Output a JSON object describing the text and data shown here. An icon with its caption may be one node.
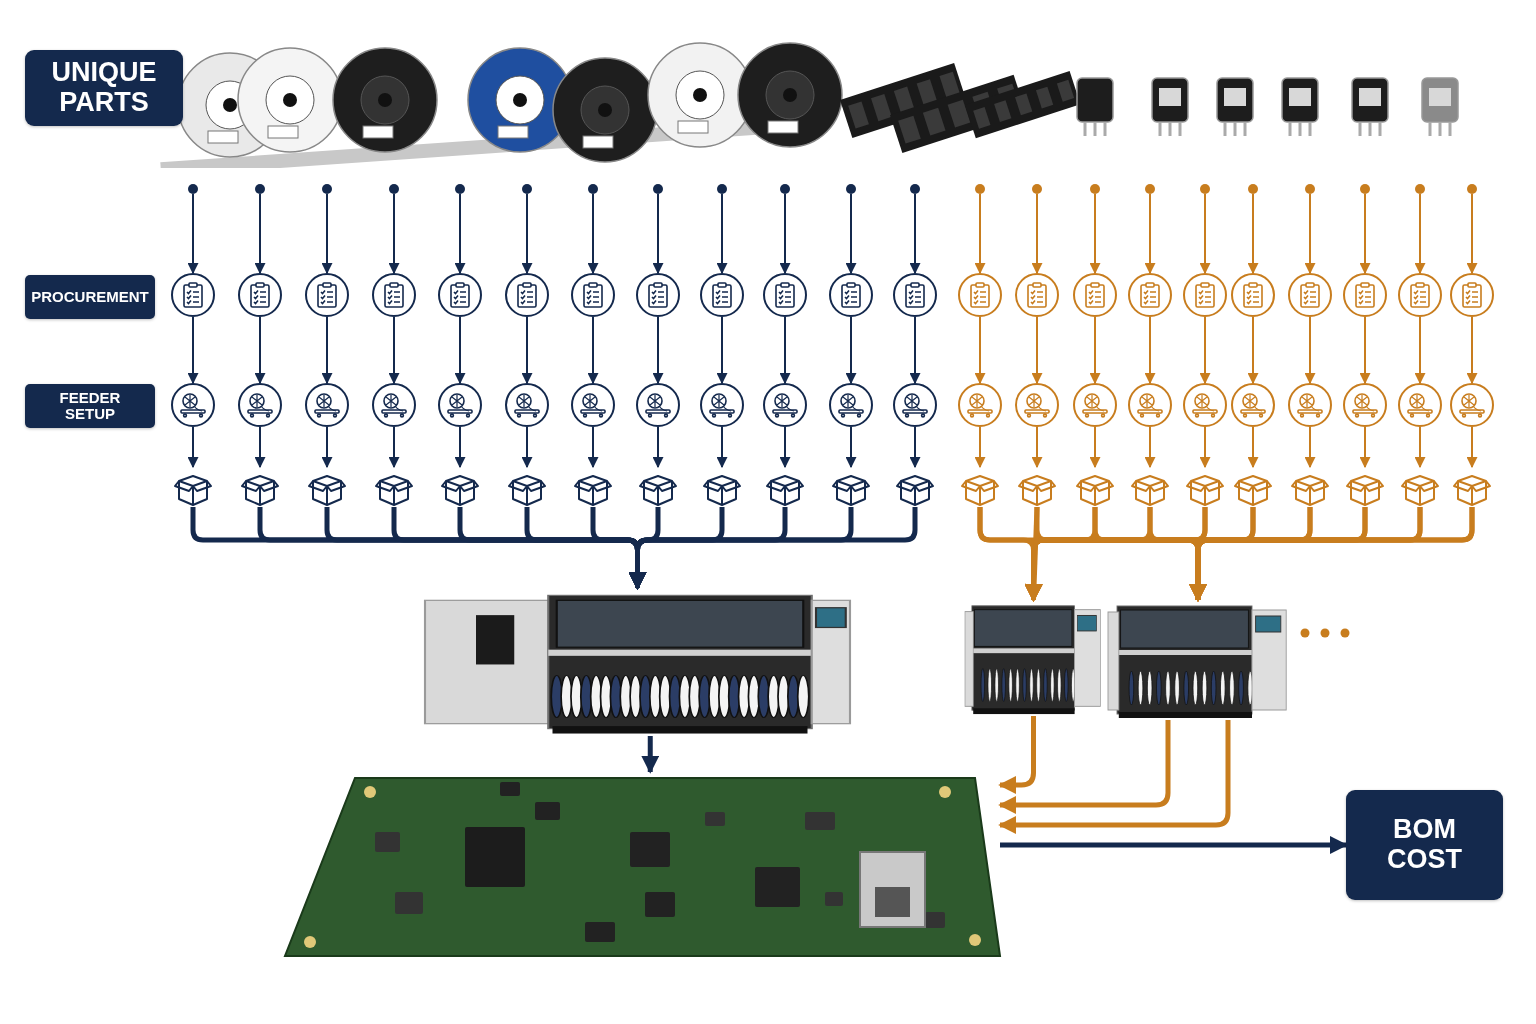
{
  "diagram": {
    "nodes": [
      {
        "text": [
          "UNIQUE PARTS"
        ]
      },
      {
        "text": [],
        "shape": "circle"
      },
      {
        "text": [],
        "shape": "circle"
      },
      {
        "text": [],
        "shape": "circle"
      },
      {
        "text": [],
        "shape": "circle"
      },
      {
        "text": [],
        "shape": "circle"
      },
      {
        "text": [],
        "shape": "circle"
      },
      {
        "text": [],
        "shape": "circle"
      },
      {
        "text": [],
        "shape": "circle"
      },
      {
        "text": [],
        "shape": "circle"
      },
      {
        "text": [],
        "shape": "circle"
      },
      {
        "text": [],
        "shape": "circle"
      },
      {
        "text": [],
        "shape": "circle"
      },
      {
        "text": [],
        "shape": "circle"
      },
      {
        "text": [],
        "shape": "circle"
      },
      {
        "text": [],
        "shape": "circle"
      },
      {
        "text": [],
        "shape": "circle"
      },
      {
        "text": [],
        "shape": "circle"
      },
      {
        "text": [],
        "shape": "circle"
      },
      {
        "text": [],
        "shape": "circle"
      },
      {
        "text": [],
        "shape": "circle"
      },
      {
        "text": [],
        "shape": "circle"
      },
      {
        "text": [],
        "shape": "circle"
      },
      {
        "text": [
          "PROCUREMENT"
        ]
      },
      {
        "text": [],
        "shape": "circle"
      },
      {
        "text": [],
        "shape": "circle"
      },
      {
        "text": [],
        "shape": "circle"
      },
      {
        "text": [],
        "shape": "circle"
      },
      {
        "text": [],
        "shape": "circle"
      },
      {
        "text": [],
        "shape": "circle"
      },
      {
        "text": [],
        "shape": "circle"
      },
      {
        "text": [],
        "shape": "circle"
      },
      {
        "text": [],
        "shape": "circle"
      },
      {
        "text": [],
        "shape": "circle"
      },
      {
        "text": [],
        "shape": "circle"
      },
      {
        "text": [],
        "shape": "circle"
      },
      {
        "text": [],
        "shape": "circle"
      },
      {
        "text": [],
        "shape": "circle"
      },
      {
        "text": [],
        "shape": "circle"
      },
      {
        "text": [],
        "shape": "circle"
      },
      {
        "text": [],
        "shape": "circle"
      },
      {
        "text": [],
        "shape": "circle"
      },
      {
        "text": [],
        "shape": "circle"
      },
      {
        "text": [],
        "shape": "circle"
      },
      {
        "text": [],
        "shape": "circle"
      },
      {
        "text": [],
        "shape": "circle"
      },
      {
        "text": [
          "FEEDER SETUP"
        ]
      },
      {
        "text": [],
        "shape": "circle"
      },
      {
        "text": [],
        "shape": "circle"
      },
      {
        "text": [],
        "shape": "circle"
      },
      {
        "text": [],
        "shape": "circle"
      },
      {
        "text": [],
        "shape": "circle"
      },
      {
        "text": [],
        "shape": "circle"
      },
      {
        "text": [],
        "shape": "circle"
      },
      {
        "text": [],
        "shape": "circle"
      },
      {
        "text": [],
        "shape": "circle"
      },
      {
        "text": [],
        "shape": "circle"
      },
      {
        "text": [],
        "shape": "circle"
      },
      {
        "text": [],
        "shape": "circle"
      },
      {
        "text": [],
        "shape": "circle"
      },
      {
        "text": [],
        "shape": "circle"
      },
      {
        "text": [],
        "shape": "circle"
      },
      {
        "text": [],
        "shape": "circle"
      },
      {
        "text": [],
        "shape": "circle"
      },
      {
        "text": [],
        "shape": "circle"
      },
      {
        "text": [],
        "shape": "circle"
      },
      {
        "text": [],
        "shape": "circle"
      },
      {
        "text": [],
        "shape": "circle"
      },
      {
        "text": [],
        "shape": "circle"
      },
      {
        "text": [],
        "shape": "picture"
      },
      {
        "text": [],
        "shape": "picture"
      },
      {
        "text": [],
        "shape": "picture"
      },
      {
        "text": [],
        "shape": "picture"
      },
      {
        "text": [],
        "shape": "picture"
      },
      {
        "text": [],
        "shape": "picture"
      },
      {
        "text": [],
        "shape": "picture"
      },
      {
        "text": [],
        "shape": "picture"
      },
      {
        "text": [],
        "shape": "picture"
      },
      {
        "text": [],
        "shape": "picture"
      },
      {
        "text": [],
        "shape": "picture"
      },
      {
        "text": [],
        "shape": "picture"
      },
      {
        "text": [],
        "shape": "picture"
      },
      {
        "text": [],
        "shape": "picture"
      },
      {
        "text": [],
        "shape": "picture"
      },
      {
        "text": [],
        "shape": "picture"
      },
      {
        "text": [],
        "shape": "picture"
      },
      {
        "text": [],
        "shape": "picture"
      },
      {
        "text": [],
        "shape": "picture"
      },
      {
        "text": [],
        "shape": "picture"
      },
      {
        "text": [],
        "shape": "picture"
      },
      {
        "text": [],
        "shape": "picture"
      },
      {
        "text": [],
        "shape": "picture"
      },
      {
        "text": [],
        "shape": "picture"
      },
      {
        "text": [],
        "shape": "picture"
      },
      {
        "text": [],
        "shape": "picture"
      },
      {
        "text": [
          "BOM COST"
        ]
      }
    ],
    "edges": [
      {
        "from": 1,
        "to": 24,
        "arrow": "to",
        "color": "#14294d"
      },
      {
        "from": 2,
        "to": 25,
        "arrow": "to",
        "color": "#14294d"
      },
      {
        "from": 3,
        "to": 26,
        "arrow": "to",
        "color": "#14294d"
      },
      {
        "from": 4,
        "to": 27,
        "arrow": "to",
        "color": "#14294d"
      },
      {
        "from": 5,
        "to": 28,
        "arrow": "to",
        "color": "#14294d"
      },
      {
        "from": 6,
        "to": 29,
        "arrow": "to",
        "color": "#14294d"
      },
      {
        "from": 7,
        "to": 30,
        "arrow": "to",
        "color": "#14294d"
      },
      {
        "from": 8,
        "to": 31,
        "arrow": "to",
        "color": "#14294d"
      },
      {
        "from": 9,
        "to": 32,
        "arrow": "to",
        "color": "#14294d"
      },
      {
        "from": 10,
        "to": 33,
        "arrow": "to",
        "color": "#14294d"
      },
      {
        "from": 11,
        "to": 34,
        "arrow": "to",
        "color": "#14294d"
      },
      {
        "from": 12,
        "to": 35,
        "arrow": "to",
        "color": "#14294d"
      },
      {
        "from": 13,
        "to": 36,
        "arrow": "to"
      },
      {
        "from": 14,
        "to": 37,
        "arrow": "to"
      },
      {
        "from": 15,
        "to": 38,
        "arrow": "to"
      },
      {
        "from": 16,
        "to": 39,
        "arrow": "to"
      },
      {
        "from": 17,
        "to": 40,
        "arrow": "to"
      },
      {
        "from": 18,
        "to": 41,
        "arrow": "to"
      },
      {
        "from": 19,
        "to": 42,
        "arrow": "to"
      },
      {
        "from": 20,
        "to": 43,
        "arrow": "to"
      },
      {
        "from": 21,
        "to": 44,
        "arrow": "to"
      },
      {
        "from": 22,
        "to": 45,
        "arrow": "to"
      },
      {
        "from": 24,
        "to": 47,
        "arrow": "to",
        "color": "#14294d"
      },
      {
        "from": 25,
        "to": 48,
        "arrow": "to",
        "color": "#14294d"
      },
      {
        "from": 26,
        "to": 49,
        "arrow": "to",
        "color": "#14294d"
      },
      {
        "from": 27,
        "to": 50,
        "arrow": "to",
        "color": "#14294d"
      },
      {
        "from": 28,
        "to": 51,
        "arrow": "to",
        "color": "#14294d"
      },
      {
        "from": 29,
        "to": 52,
        "arrow": "to",
        "color": "#14294d"
      },
      {
        "from": 30,
        "to": 53,
        "arrow": "to",
        "color": "#14294d"
      },
      {
        "from": 31,
        "to": 54,
        "arrow": "to",
        "color": "#14294d"
      },
      {
        "from": 32,
        "to": 55,
        "arrow": "to",
        "color": "#14294d"
      },
      {
        "from": 33,
        "to": 56,
        "arrow": "to",
        "color": "#14294d"
      },
      {
        "from": 34,
        "to": 57,
        "arrow": "to",
        "color": "#14294d"
      },
      {
        "from": 35,
        "to": 58,
        "arrow": "to",
        "color": "#14294d"
      },
      {
        "from": 36,
        "to": 59,
        "arrow": "to"
      },
      {
        "from": 37,
        "to": 60,
        "arrow": "to"
      },
      {
        "from": 38,
        "to": 61,
        "arrow": "to"
      },
      {
        "from": 39,
        "to": 62,
        "arrow": "to"
      },
      {
        "from": 40,
        "to": 63,
        "arrow": "to"
      },
      {
        "from": 41,
        "to": 64,
        "arrow": "to"
      },
      {
        "from": 42,
        "to": 65,
        "arrow": "to"
      },
      {
        "from": 43,
        "to": 66,
        "arrow": "to"
      },
      {
        "from": 44,
        "to": 67,
        "arrow": "to"
      },
      {
        "from": 45,
        "to": 68,
        "arrow": "to"
      },
      {
        "from": 47,
        "to": 69,
        "arrow": "to",
        "color": "#14294d"
      },
      {
        "from": 48,
        "to": 70,
        "arrow": "to",
        "color": "#14294d"
      },
      {
        "from": 49,
        "to": 71,
        "arrow": "to",
        "color": "#14294d"
      },
      {
        "from": 50,
        "to": 72,
        "arrow": "to",
        "color": "#14294d"
      },
      {
        "from": 51,
        "to": 73,
        "arrow": "to",
        "color": "#14294d"
      },
      {
        "from": 52,
        "to": 74,
        "arrow": "to",
        "color": "#14294d"
      },
      {
        "from": 53,
        "to": 75,
        "arrow": "to",
        "color": "#14294d"
      },
      {
        "from": 54,
        "to": 76,
        "arrow": "to",
        "color": "#14294d"
      },
      {
        "from": 55,
        "to": 77,
        "arrow": "to",
        "color": "#14294d"
      },
      {
        "from": 56,
        "to": 78,
        "arrow": "to",
        "color": "#14294d"
      },
      {
        "from": 57,
        "to": 79,
        "arrow": "to",
        "color": "#14294d"
      },
      {
        "from": 58,
        "to": 80,
        "arrow": "to",
        "color": "#14294d"
      },
      {
        "from": 59,
        "to": 81,
        "arrow": "to"
      },
      {
        "from": 60,
        "to": 82,
        "arrow": "to"
      },
      {
        "from": 61,
        "to": 83,
        "arrow": "to"
      },
      {
        "from": 62,
        "to": 84,
        "arrow": "to"
      },
      {
        "from": 63,
        "to": 85,
        "arrow": "to"
      },
      {
        "from": 64,
        "to": 86,
        "arrow": "to"
      },
      {
        "from": 65,
        "to": 87,
        "arrow": "to"
      },
      {
        "from": 66,
        "to": 88,
        "arrow": "to"
      },
      {
        "from": 67,
        "to": 89,
        "arrow": "to"
      },
      {
        "from": 68,
        "to": 90,
        "arrow": "to"
      },
      {
        "from": 69,
        "to": 91,
        "arrow": "to",
        "style": "thick",
        "color": "#14294d"
      },
      {
        "from": 70,
        "to": 91,
        "arrow": "to",
        "style": "thick",
        "color": "#14294d"
      },
      {
        "from": 71,
        "to": 91,
        "arrow": "to",
        "style": "thick",
        "color": "#14294d"
      },
      {
        "from": 72,
        "to": 91,
        "arrow": "to",
        "style": "thick",
        "color": "#14294d"
      },
      {
        "from": 73,
        "to": 91,
        "arrow": "to",
        "style": "thick",
        "color": "#14294d"
      },
      {
        "from": 74,
        "to": 91,
        "arrow": "to",
        "style": "thick",
        "color": "#14294d"
      },
      {
        "from": 75,
        "to": 91,
        "arrow": "to",
        "style": "thick",
        "color": "#14294d"
      },
      {
        "from": 76,
        "to": 91,
        "arrow": "to",
        "style": "thick",
        "color": "#14294d"
      },
      {
        "from": 77,
        "to": 91,
        "arrow": "to",
        "style": "thick",
        "color": "#14294d"
      },
      {
        "from": 78,
        "to": 91,
        "arrow": "to",
        "style": "thick",
        "color": "#14294d"
      },
      {
        "from": 79,
        "to": 91,
        "arrow": "to",
        "style": "thick",
        "color": "#14294d"
      },
      {
        "from": 80,
        "to": 91,
        "arrow": "to",
        "style": "thick",
        "color": "#14294d"
      },
      {
        "from": 81,
        "to": 92,
        "arrow": "to",
        "style": "thick"
      },
      {
        "from": 82,
        "to": 92,
        "arrow": "to",
        "style": "thick"
      },
      {
        "from": 83,
        "to": 92,
        "arrow": "to",
        "style": "thick"
      },
      {
        "from": 84,
        "to": 92,
        "arrow": "to",
        "style": "thick"
      },
      {
        "from": 85,
        "to": 92,
        "arrow": "to",
        "style": "thick"
      },
      {
        "from": 86,
        "to": 92,
        "arrow": "to",
        "style": "thick"
      },
      {
        "from": 87,
        "to": 92,
        "arrow": "to",
        "style": "thick"
      },
      {
        "from": 88,
        "to": 92,
        "arrow": "to",
        "style": "thick"
      },
      {
        "from": 89,
        "to": 92,
        "arrow": "to",
        "style": "thick"
      },
      {
        "from": 90,
        "to": 92,
        "arrow": "to",
        "style": "thick"
      },
      {
        "from": 81,
        "to": 93,
        "arrow": "to",
        "style": "thick"
      },
      {
        "from": 82,
        "to": 93,
        "arrow": "to",
        "style": "thick"
      },
      {
        "from": 83,
        "to": 93,
        "arrow": "to",
        "style": "thick"
      },
      {
        "from": 84,
        "to": 93,
        "arrow": "to",
        "style": "thick"
      },
      {
        "from": 85,
        "to": 93,
        "arrow": "to",
        "style": "thick"
      },
      {
        "from": 86,
        "to": 93,
        "arrow": "to",
        "style": "thick"
      },
      {
        "from": 87,
        "to": 93,
        "arrow": "to",
        "style": "thick"
      },
      {
        "from": 88,
        "to": 93,
        "arrow": "to",
        "style": "thick"
      },
      {
        "from": 89,
        "to": 93,
        "arrow": "to",
        "style": "thick"
      },
      {
        "from": 90,
        "to": 93,
        "arrow": "to",
        "style": "thick"
      },
      {
        "from": 91,
        "to": 94,
        "arrow": "to",
        "style": "thick",
        "color": "#14294d"
      },
      {
        "from": 92,
        "to": 94,
        "arrow": "to",
        "style": "thick"
      },
      {
        "from": 93,
        "to": 94,
        "arrow": "to",
        "style": "thick"
      },
      {
        "from": 93,
        "to": 94,
        "arrow": "to",
        "style": "thick"
      },
      {
        "from": 94,
        "to": 95,
        "arrow": "to",
        "style": "thick",
        "color": "#14294d"
      }
    ]
  }
}
